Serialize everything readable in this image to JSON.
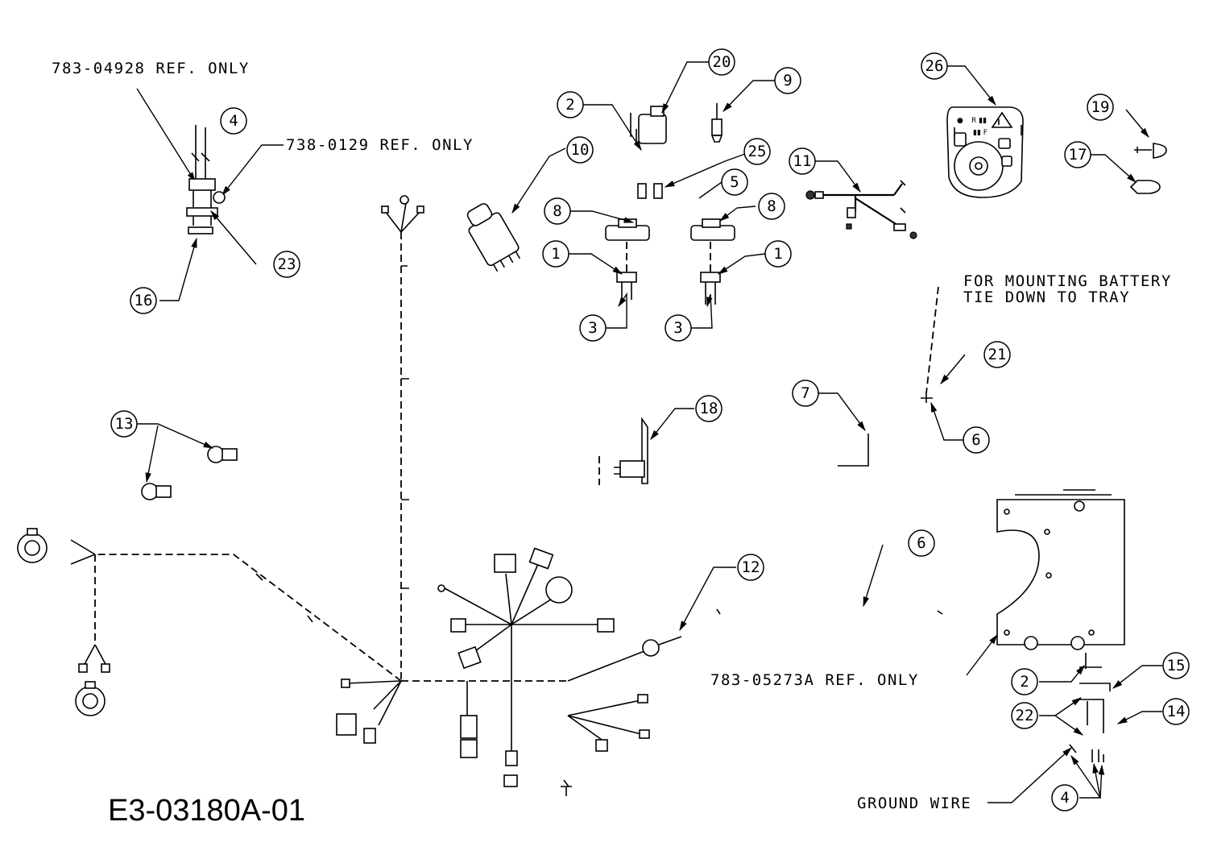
{
  "drawing_number": "E3-03180A-01",
  "notes": {
    "ref_783_04928": "783-04928 REF. ONLY",
    "ref_738_0129": "738-0129 REF. ONLY",
    "battery_line1": "FOR MOUNTING BATTERY",
    "battery_line2": "TIE DOWN TO TRAY",
    "ref_783_05273a": "783-05273A REF. ONLY",
    "ground_wire": "GROUND WIRE"
  },
  "callouts": {
    "c26": "26",
    "c20": "20",
    "c9": "9",
    "c2_top": "2",
    "c10": "10",
    "c25": "25",
    "c11": "11",
    "c5": "5",
    "c8_left": "8",
    "c8_right": "8",
    "c1_left": "1",
    "c1_right": "1",
    "c3_left": "3",
    "c3_right": "3",
    "c19": "19",
    "c17": "17",
    "c4_top": "4",
    "c23": "23",
    "c16": "16",
    "c21": "21",
    "c6_small": "6",
    "c7": "7",
    "c18": "18",
    "c13": "13",
    "c6": "6",
    "c12": "12",
    "c2_bottom": "2",
    "c15": "15",
    "c22": "22",
    "c14": "14",
    "c4_bottom": "4"
  }
}
